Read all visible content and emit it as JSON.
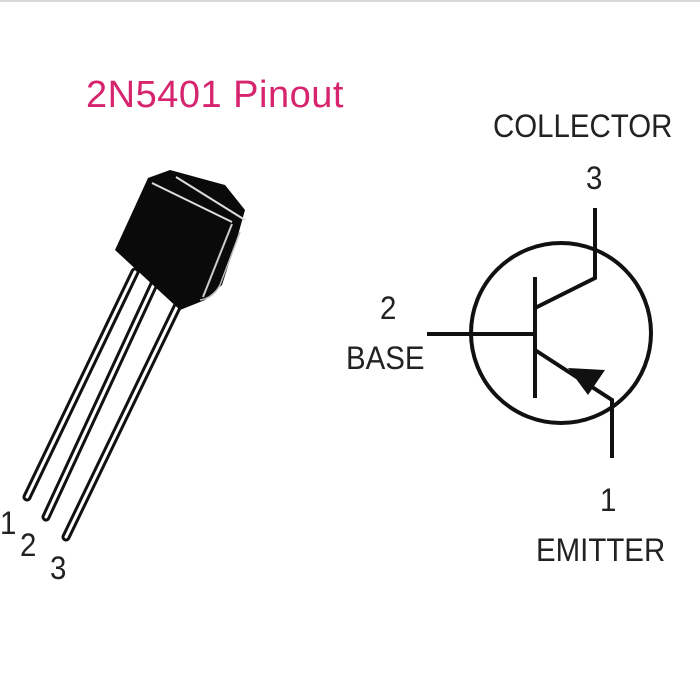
{
  "title": "2N5401 Pinout",
  "package_pins": [
    "1",
    "2",
    "3"
  ],
  "symbol": {
    "collector": {
      "number": "3",
      "label": "COLLECTOR"
    },
    "base": {
      "number": "2",
      "label": "BASE"
    },
    "emitter": {
      "number": "1",
      "label": "EMITTER"
    }
  },
  "colors": {
    "title": "#d6246e",
    "ink": "#111111"
  }
}
